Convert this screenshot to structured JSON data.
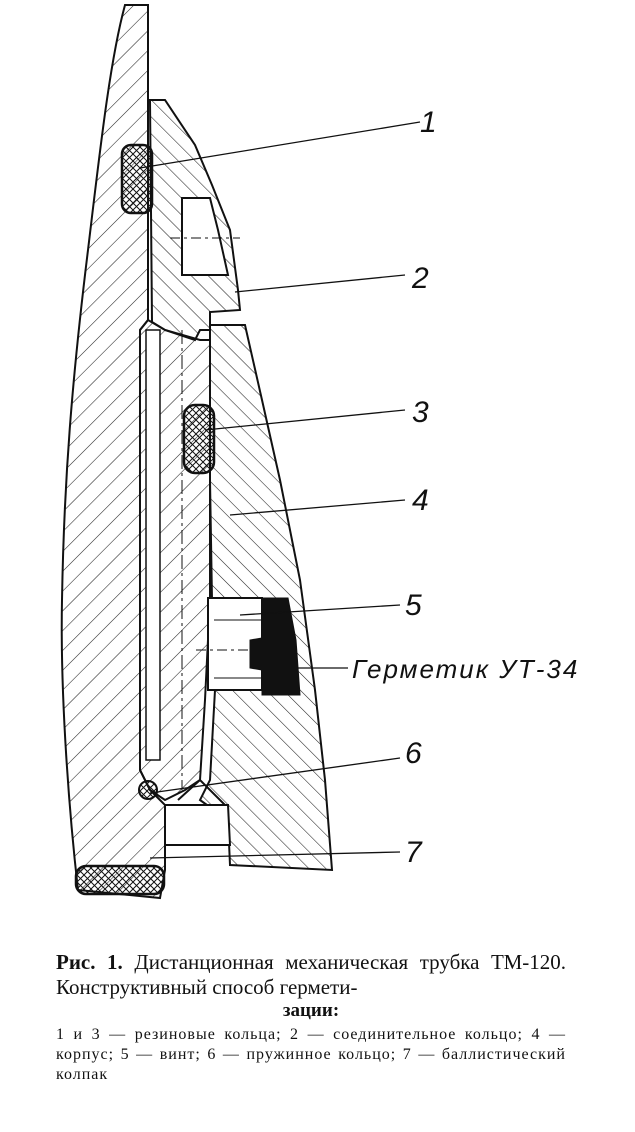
{
  "callouts": [
    "1",
    "2",
    "3",
    "4",
    "5",
    "6",
    "7"
  ],
  "sealant_label": "Герметик УТ-34",
  "caption": {
    "figure": "Рис. 1.",
    "title": "Дистанционная механическая трубка ТМ-120. Конструктивный способ гермети-",
    "title_end": "зации:",
    "legend": "1 и 3 — резиновые кольца; 2 — соединительное кольцо; 4 — корпус; 5 — винт; 6 — пружинное кольцо; 7 — баллистический колпак"
  }
}
